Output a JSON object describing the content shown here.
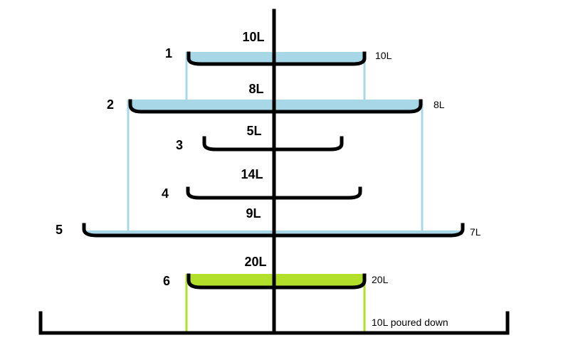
{
  "diagram": {
    "colors": {
      "water_blue": "#a8d8e8",
      "water_green": "#b2e02a",
      "outline": "#000000"
    },
    "bowls": [
      {
        "number": "1",
        "capacity": "10L",
        "content": "10L"
      },
      {
        "number": "2",
        "capacity": "8L",
        "content": "8L"
      },
      {
        "number": "3",
        "capacity": "5L",
        "content": ""
      },
      {
        "number": "4",
        "capacity": "14L",
        "content": ""
      },
      {
        "number": "5",
        "capacity": "9L",
        "content": "7L"
      },
      {
        "number": "6",
        "capacity": "20L",
        "content": "20L"
      }
    ],
    "floor_note": "10L poured down"
  }
}
